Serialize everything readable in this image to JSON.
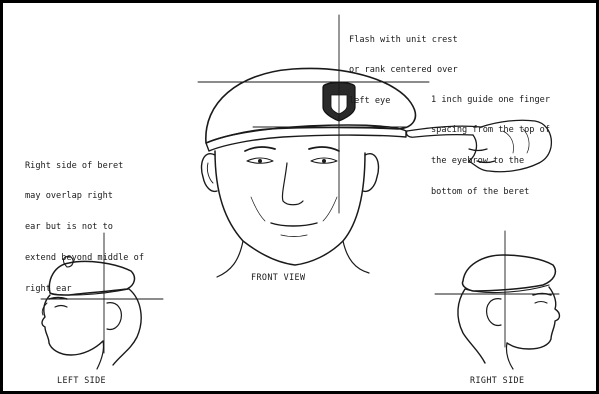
{
  "annotations": {
    "flash": [
      "Flash with unit crest",
      "or rank centered over",
      "left eye"
    ],
    "guide": [
      "1 inch guide one finger",
      "spacing from the top of",
      "the eyebrow to the",
      "bottom of the beret"
    ],
    "right_side": [
      "Right side of beret",
      "may overlap right",
      "ear but is not to",
      "extend beyond middle of",
      "right ear"
    ]
  },
  "captions": {
    "front_view": "FRONT VIEW",
    "left_side": "LEFT SIDE",
    "right_side": "RIGHT SIDE"
  },
  "colors": {
    "line": "#1a1a1a",
    "border": "#000000",
    "background": "#ffffff"
  }
}
